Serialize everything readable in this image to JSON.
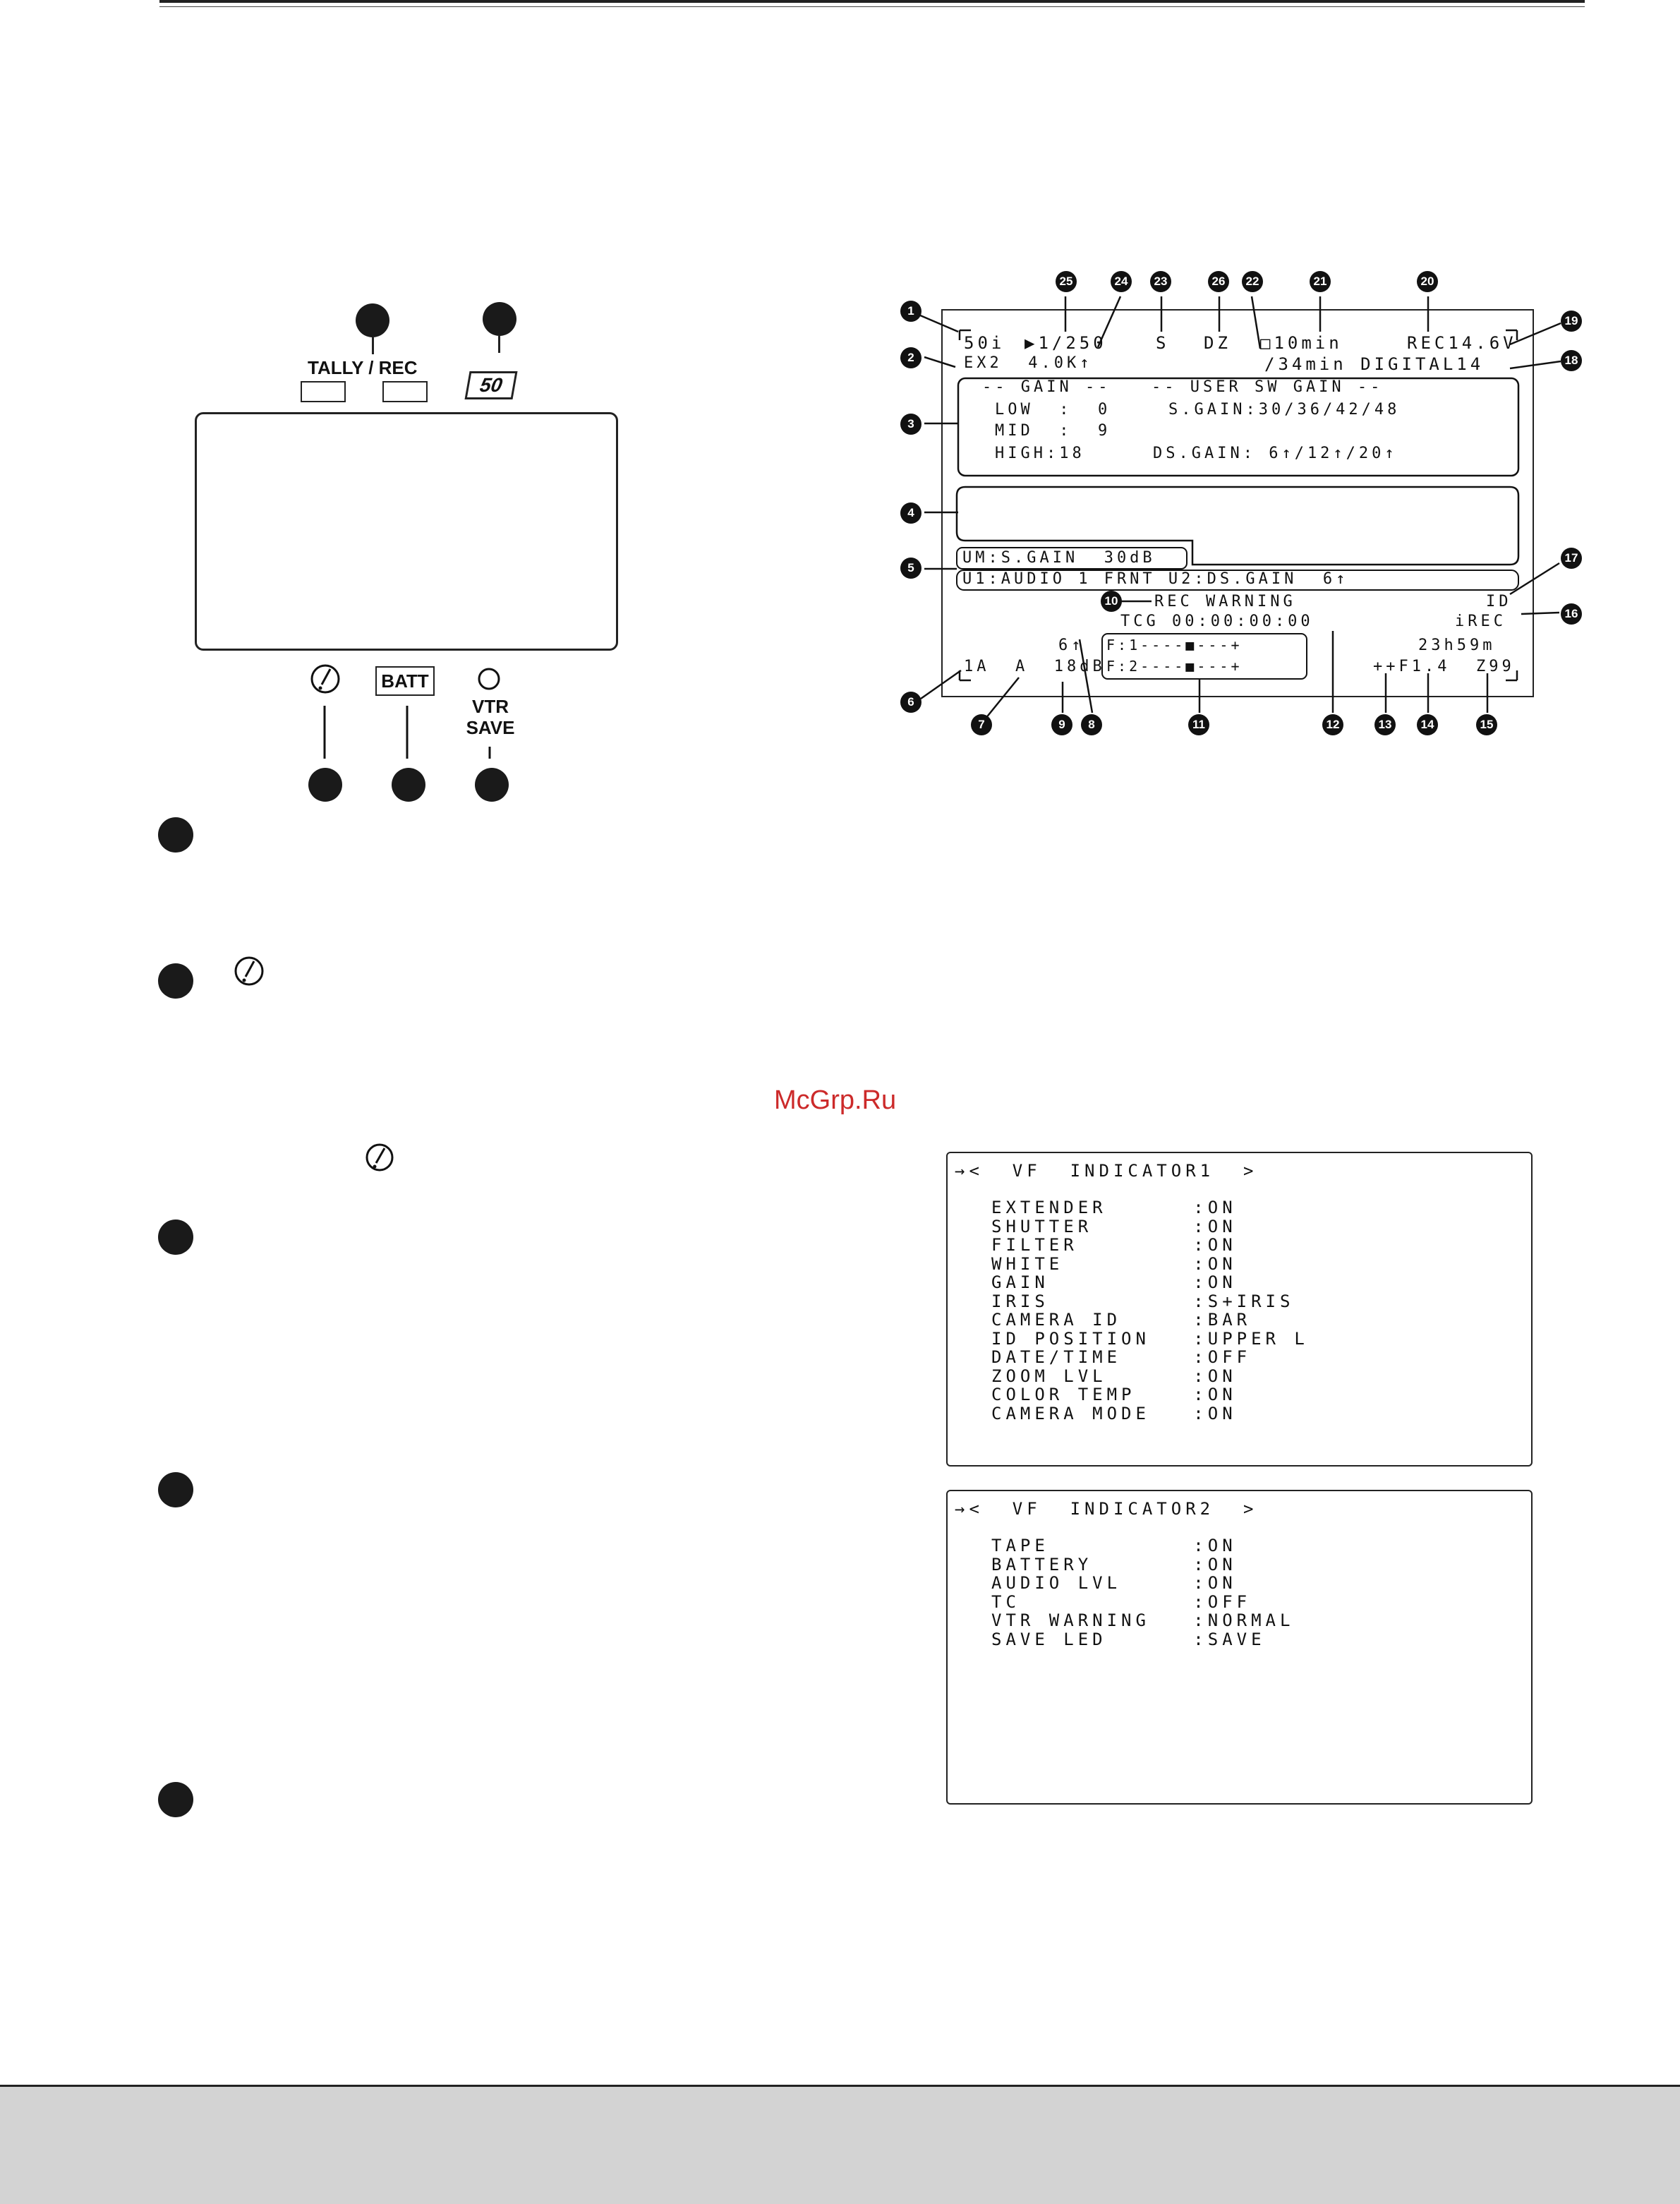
{
  "watermark": "McGrp.Ru",
  "front_panel": {
    "tally_label": "TALLY / REC",
    "fifty_label": "50",
    "batt_label": "BATT",
    "vtr_label": "VTR",
    "save_label": "SAVE",
    "warning_icon": "warning-circle-icon"
  },
  "osd": {
    "rows": {
      "r1_left": "50i",
      "r1_shutter": "▶1/250",
      "r1_s": "S",
      "r1_dz": "DZ",
      "r1_tape": "□10min",
      "r1_rec": "REC14.6V",
      "r2_left": "EX2  4.0K↑",
      "r2_right": "/34min DIGITAL14",
      "gain_title": "-- GAIN --",
      "user_title": "-- USER SW GAIN --",
      "low": "LOW  :  0",
      "sgain": "S.GAIN:30/36/42/48",
      "mid": "MID  :  9",
      "high": "HIGH:18",
      "dsgain": "DS.GAIN: 6↑/12↑/20↑",
      "um": "UM:S.GAIN  30dB",
      "u1": "U1:AUDIO 1 FRNT U2:DS.GAIN  6↑",
      "rec_warning": "REC WARNING",
      "id": "ID",
      "tcg": "TCG 00:00:00:00",
      "irec": "iREC",
      "six": "6↑",
      "time_left": "23h59m",
      "f1": "F:1----■---+",
      "f2": "F:2----■---+",
      "bottom_left": "1A  A  18dB",
      "bottom_right": "++F1.4  Z99"
    },
    "callouts": [
      "1",
      "2",
      "3",
      "4",
      "5",
      "6",
      "7",
      "8",
      "9",
      "10",
      "11",
      "12",
      "13",
      "14",
      "15",
      "16",
      "17",
      "18",
      "19",
      "20",
      "21",
      "22",
      "23",
      "24",
      "25",
      "26"
    ]
  },
  "menu1": {
    "title": "→<  VF  INDICATOR1  >",
    "items": [
      "EXTENDER      :ON",
      "SHUTTER       :ON",
      "FILTER        :ON",
      "WHITE         :ON",
      "GAIN          :ON",
      "IRIS          :S+IRIS",
      "CAMERA ID     :BAR",
      "ID POSITION   :UPPER L",
      "DATE/TIME     :OFF",
      "ZOOM LVL      :ON",
      "COLOR TEMP    :ON",
      "CAMERA MODE   :ON"
    ]
  },
  "menu2": {
    "title": "→<  VF  INDICATOR2  >",
    "items": [
      "TAPE          :ON",
      "BATTERY       :ON",
      "AUDIO LVL     :ON",
      "TC            :OFF",
      "VTR WARNING   :NORMAL",
      "SAVE LED      :SAVE"
    ]
  }
}
